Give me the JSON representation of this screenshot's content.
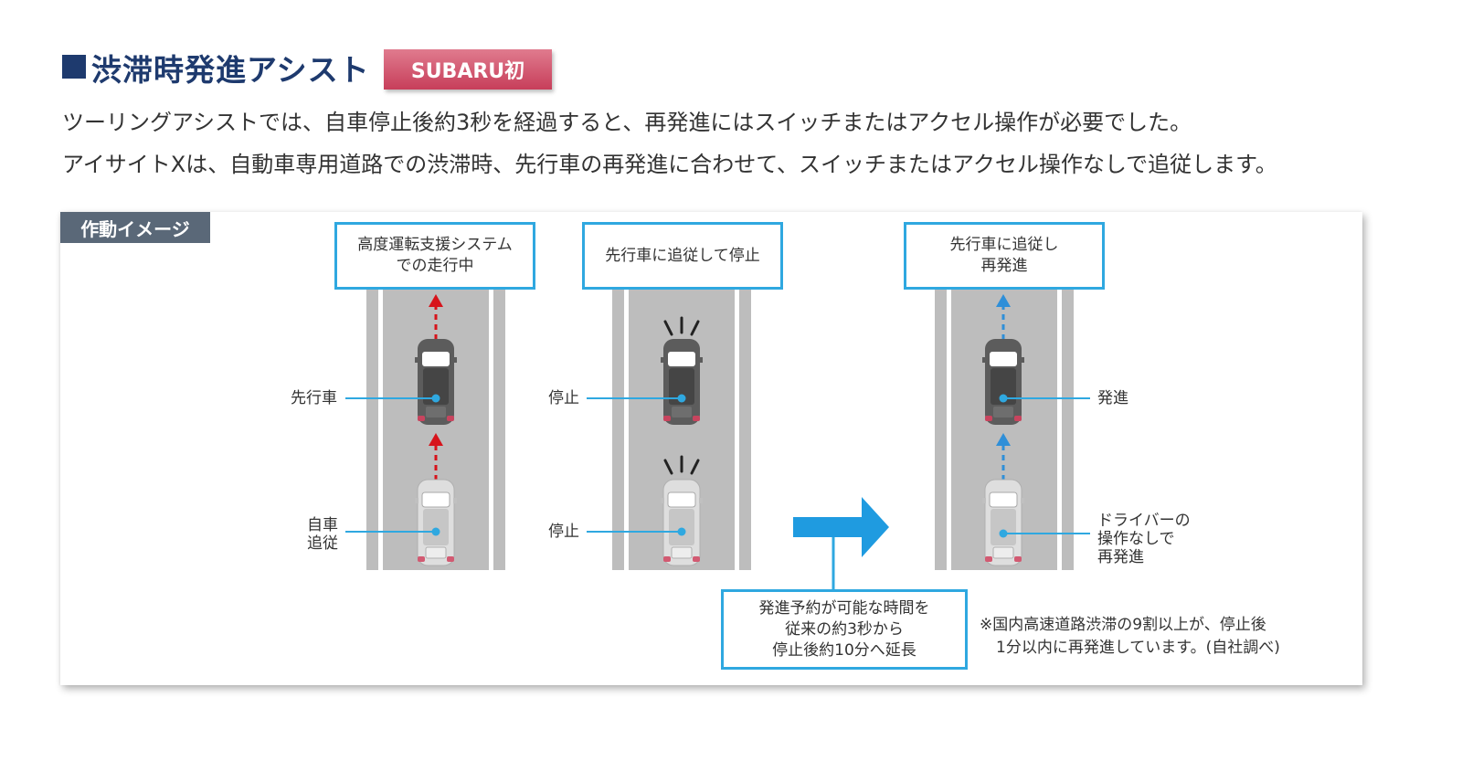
{
  "header": {
    "title": "渋滞時発進アシスト",
    "badge": "SUBARU初"
  },
  "intro": {
    "line1": "ツーリングアシストでは、自車停止後約3秒を経過すると、再発進にはスイッチまたはアクセル操作が必要でした。",
    "line2": "アイサイトXは、自動車専用道路での渋滞時、先行車の再発進に合わせて、スイッチまたはアクセル操作なしで追従します。"
  },
  "panel": {
    "label": "作動イメージ"
  },
  "scenes": {
    "s1": {
      "caption_l1": "高度運転支援システム",
      "caption_l2": "での走行中",
      "front_label": "先行車",
      "rear_label_l1": "自車",
      "rear_label_l2": "追従"
    },
    "s2": {
      "caption": "先行車に追従して停止",
      "front_label": "停止",
      "rear_label": "停止"
    },
    "s3": {
      "caption_l1": "先行車に追従し",
      "caption_l2": "再発進",
      "front_label": "発進",
      "rear_label_l1": "ドライバーの",
      "rear_label_l2": "操作なしで",
      "rear_label_l3": "再発進"
    }
  },
  "callout": {
    "line1": "発進予約が可能な時間を",
    "line2": "従来の約3秒から",
    "line3": "停止後約10分へ延長"
  },
  "note": {
    "line1": "※国内高速道路渋滞の9割以上が、停止後",
    "line2": "1分以内に再発進しています。(自社調べ)"
  },
  "colors": {
    "navy": "#1e3a6e",
    "accent_blue": "#2fa8e0",
    "red_arrow": "#d7131b",
    "road": "#bdbdbd",
    "badge": "#d04a64"
  }
}
